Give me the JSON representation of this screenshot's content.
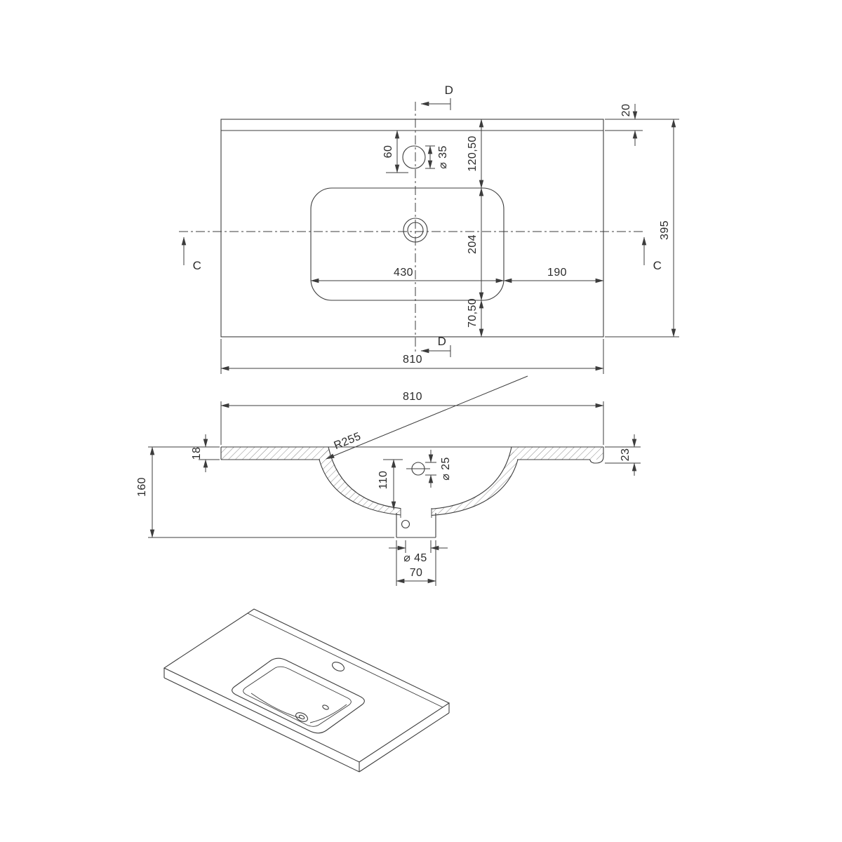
{
  "drawing": {
    "colors": {
      "line": "#3c3c3c",
      "text": "#2b2b2b",
      "hatch": "#6a6a6a",
      "background": "#ffffff"
    },
    "top_view": {
      "section_d": "D",
      "section_c": "C",
      "dim_faucet_offset": "60",
      "dim_faucet_dia": "⌀ 35",
      "dim_back_to_basin": "120,50",
      "dim_basin_depth": "204",
      "dim_basin_to_front": "70,50",
      "dim_basin_width": "430",
      "dim_basin_right": "190",
      "dim_back_edge": "20",
      "dim_overall_depth": "395",
      "dim_overall_width": "810"
    },
    "section_view": {
      "dim_overall_width": "810",
      "dim_bowl_radius": "R255",
      "dim_slab_thickness": "18",
      "dim_front_edge": "23",
      "dim_overall_height": "160",
      "dim_bowl_depth": "110",
      "dim_overflow_dia": "⌀ 25",
      "dim_drain_dia": "⌀ 45",
      "dim_drain_width": "70"
    }
  }
}
